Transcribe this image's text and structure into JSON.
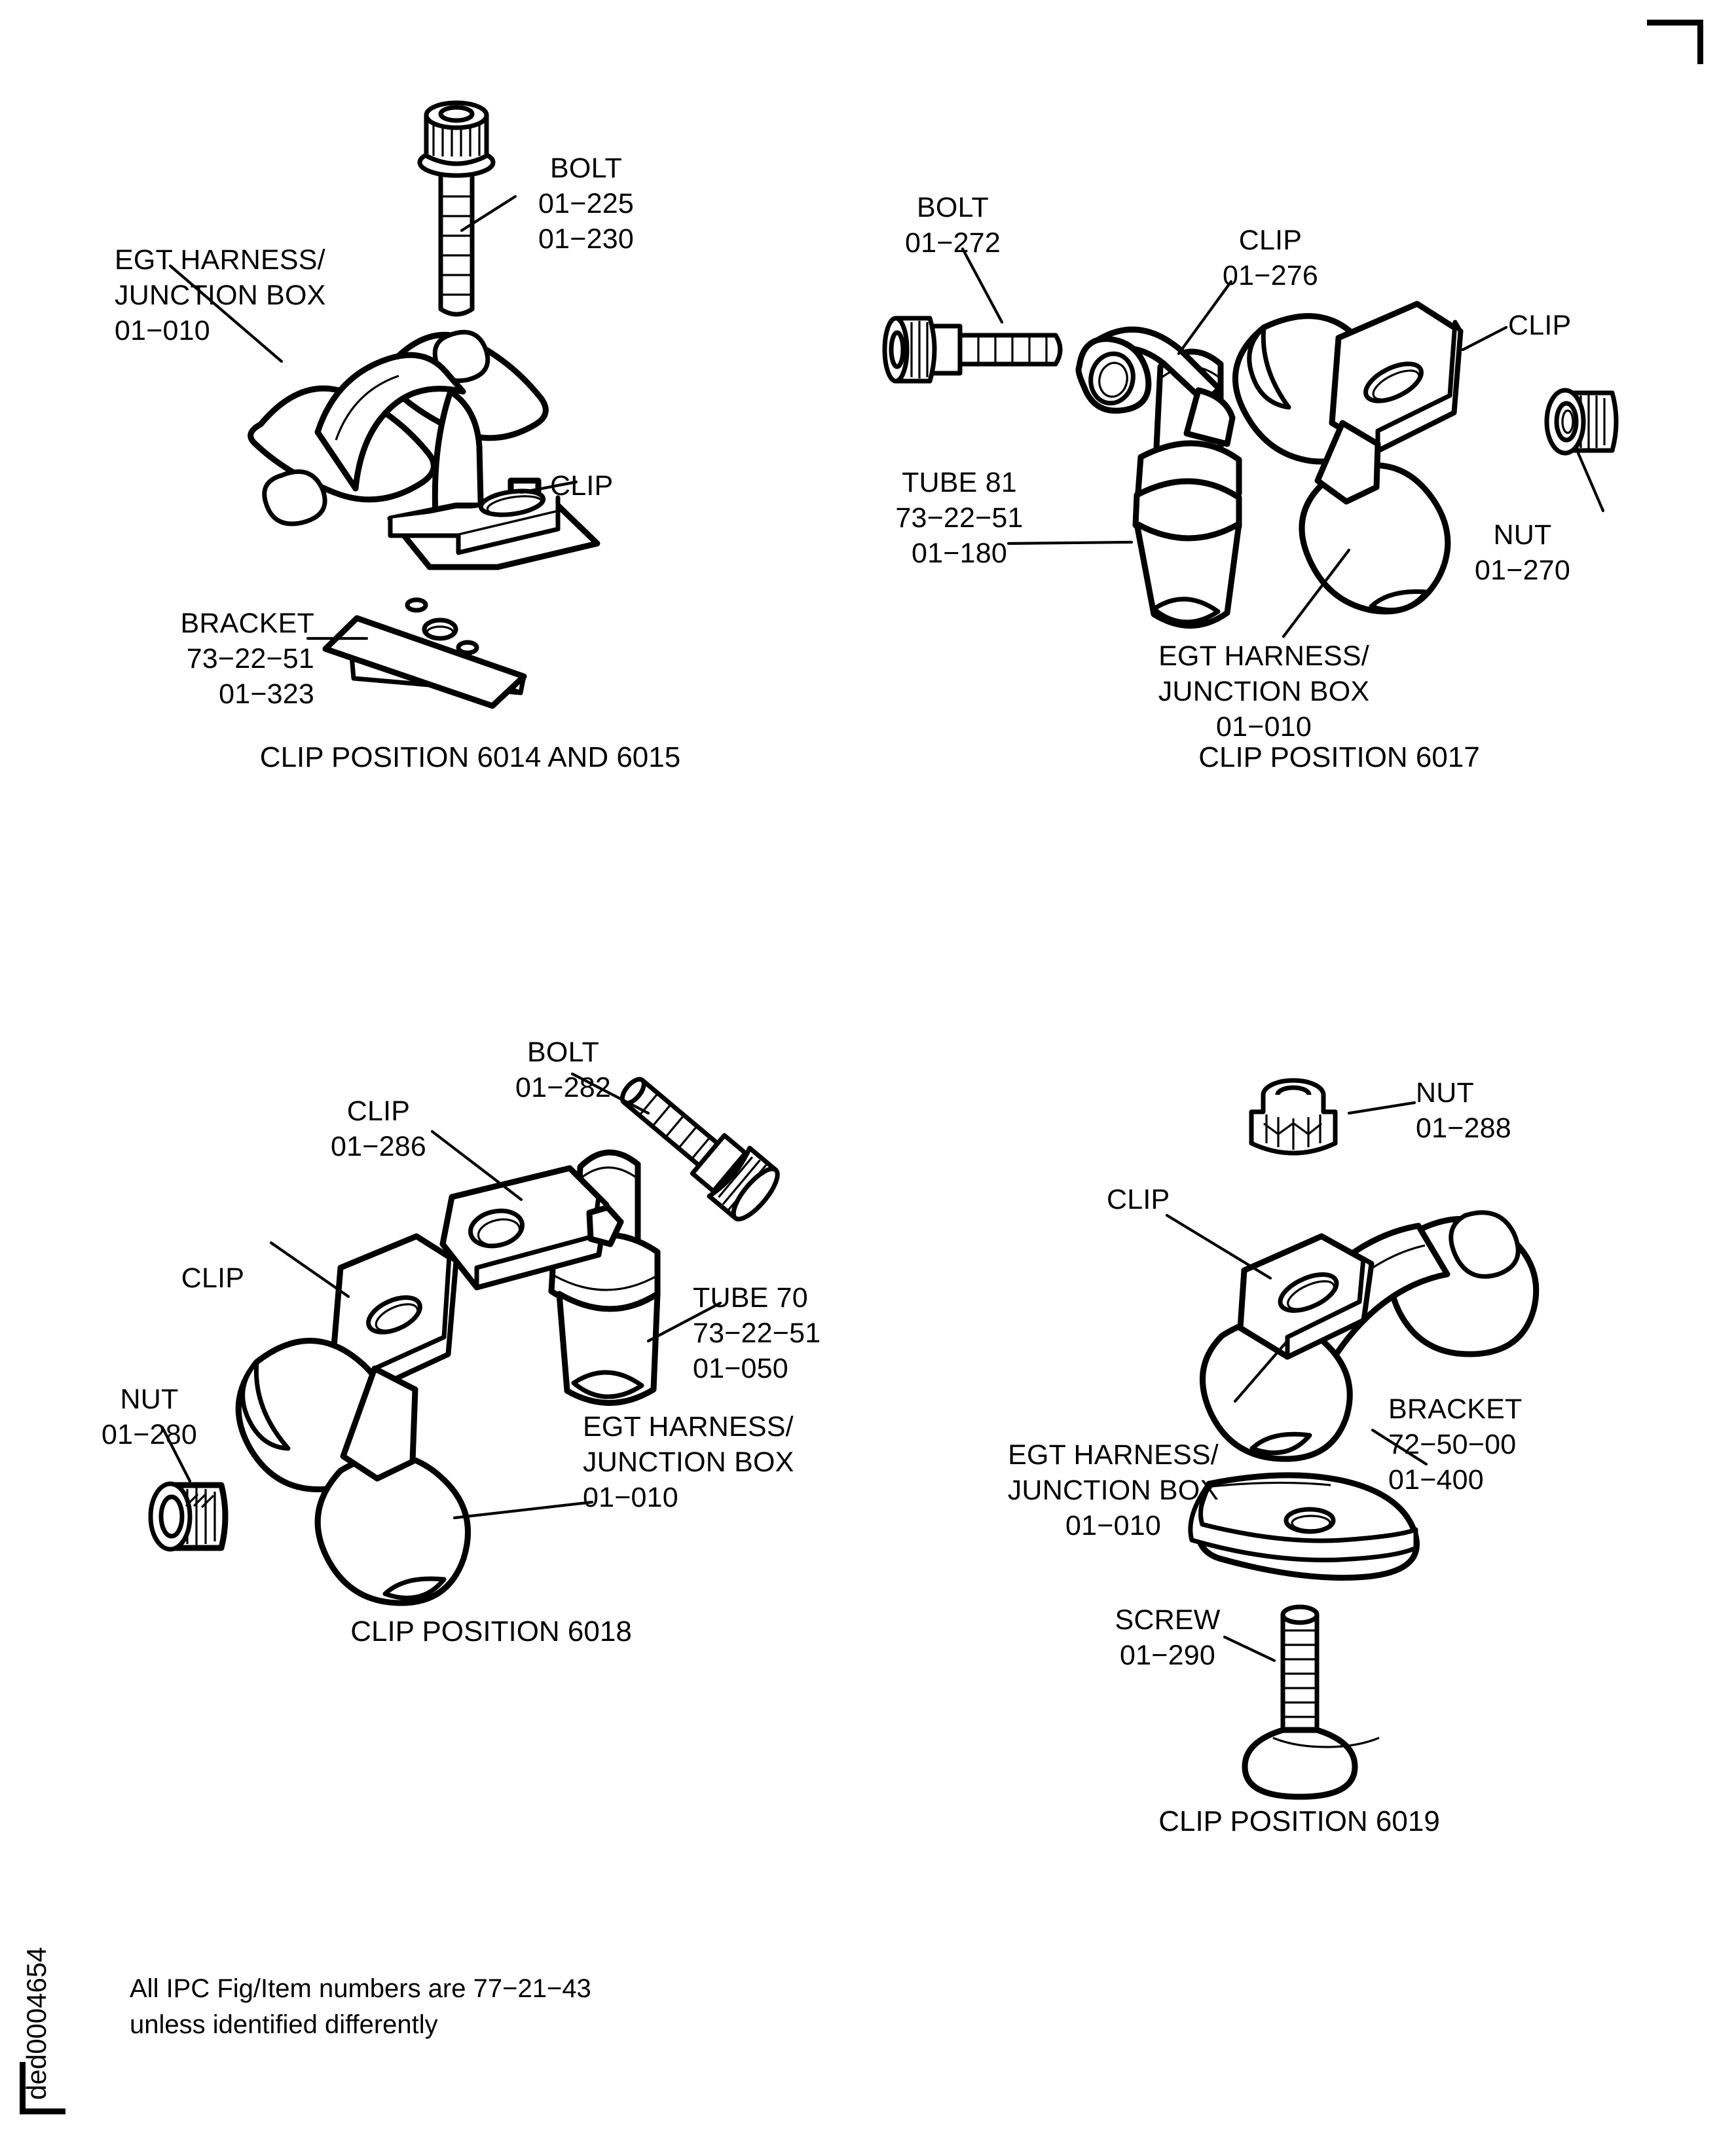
{
  "document": {
    "figure_id": "ded0004654",
    "footer_note_line1": "All IPC Fig/Item numbers are 77−21−43",
    "footer_note_line2": "unless identified differently"
  },
  "assemblies": [
    {
      "id": "clip-position-6014-6015",
      "caption": "CLIP POSITION 6014 AND 6015",
      "labels": [
        {
          "name": "bolt",
          "lines": [
            "BOLT",
            "01−225",
            "01−230"
          ]
        },
        {
          "name": "egt-harness",
          "lines": [
            "EGT HARNESS/",
            "JUNCTION BOX",
            "01−010"
          ]
        },
        {
          "name": "clip",
          "lines": [
            "CLIP"
          ]
        },
        {
          "name": "bracket",
          "lines": [
            "BRACKET",
            "73−22−51",
            "01−323"
          ]
        }
      ]
    },
    {
      "id": "clip-position-6017",
      "caption": "CLIP POSITION 6017",
      "labels": [
        {
          "name": "bolt",
          "lines": [
            "BOLT",
            "01−272"
          ]
        },
        {
          "name": "clip-01-276",
          "lines": [
            "CLIP",
            "01−276"
          ]
        },
        {
          "name": "clip",
          "lines": [
            "CLIP"
          ]
        },
        {
          "name": "tube-81",
          "lines": [
            "TUBE 81",
            "73−22−51",
            "01−180"
          ]
        },
        {
          "name": "nut",
          "lines": [
            "NUT",
            "01−270"
          ]
        },
        {
          "name": "egt-harness",
          "lines": [
            "EGT HARNESS/",
            "JUNCTION BOX",
            "01−010"
          ]
        }
      ]
    },
    {
      "id": "clip-position-6018",
      "caption": "CLIP POSITION 6018",
      "labels": [
        {
          "name": "bolt",
          "lines": [
            "BOLT",
            "01−282"
          ]
        },
        {
          "name": "clip-01-286",
          "lines": [
            "CLIP",
            "01−286"
          ]
        },
        {
          "name": "clip",
          "lines": [
            "CLIP"
          ]
        },
        {
          "name": "nut",
          "lines": [
            "NUT",
            "01−280"
          ]
        },
        {
          "name": "tube-70",
          "lines": [
            "TUBE 70",
            "73−22−51",
            "01−050"
          ]
        },
        {
          "name": "egt-harness",
          "lines": [
            "EGT HARNESS/",
            "JUNCTION BOX",
            "01−010"
          ]
        }
      ]
    },
    {
      "id": "clip-position-6019",
      "caption": "CLIP POSITION 6019",
      "labels": [
        {
          "name": "nut",
          "lines": [
            "NUT",
            "01−288"
          ]
        },
        {
          "name": "clip",
          "lines": [
            "CLIP"
          ]
        },
        {
          "name": "egt-harness",
          "lines": [
            "EGT HARNESS/",
            "JUNCTION BOX",
            "01−010"
          ]
        },
        {
          "name": "bracket",
          "lines": [
            "BRACKET",
            "72−50−00",
            "01−400"
          ]
        },
        {
          "name": "screw",
          "lines": [
            "SCREW",
            "01−290"
          ]
        }
      ]
    }
  ],
  "text": {
    "a1_bolt": "BOLT\n01−225\n01−230",
    "a1_harness": "EGT HARNESS/\nJUNCTION BOX\n01−010",
    "a1_clip": "CLIP",
    "a1_bracket": "BRACKET\n73−22−51\n01−323",
    "a1_caption": "CLIP POSITION 6014 AND 6015",
    "a2_bolt": "BOLT\n01−272",
    "a2_clip276": "CLIP\n01−276",
    "a2_clip": "CLIP",
    "a2_tube": "TUBE 81\n73−22−51\n01−180",
    "a2_nut": "NUT\n01−270",
    "a2_harness": "EGT HARNESS/\nJUNCTION BOX\n01−010",
    "a2_caption": "CLIP POSITION 6017",
    "a3_bolt": "BOLT\n01−282",
    "a3_clip286": "CLIP\n01−286",
    "a3_clip": "CLIP",
    "a3_nut": "NUT\n01−280",
    "a3_tube": "TUBE 70\n73−22−51\n01−050",
    "a3_harness": "EGT HARNESS/\nJUNCTION BOX\n01−010",
    "a3_caption": "CLIP POSITION 6018",
    "a4_nut": "NUT\n01−288",
    "a4_clip": "CLIP",
    "a4_harness": "EGT HARNESS/\nJUNCTION BOX\n01−010",
    "a4_bracket": "BRACKET\n72−50−00\n01−400",
    "a4_screw": "SCREW\n01−290",
    "a4_caption": "CLIP POSITION 6019",
    "footer": "All IPC Fig/Item numbers are 77−21−43\nunless identified differently",
    "side_id": "ded0004654"
  },
  "colors": {
    "ink": "#000000",
    "paper": "#ffffff"
  }
}
